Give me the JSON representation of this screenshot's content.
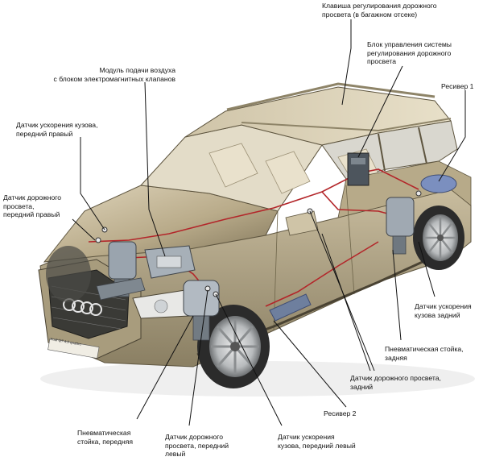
{
  "labels": {
    "height_switch": "Клавиша регулирования дорожного\nпросвета (в багажном отсеке)",
    "control_unit": "Блок управления системы\nрегулирования дорожного\nпросвета",
    "receiver_1": "Ресивер 1",
    "air_supply": "Модуль подачи воздуха\nс блоком электромагнитных клапанов",
    "accel_front_right": "Датчик ускорения кузова,\nпередний правый",
    "height_front_right": "Датчик дорожного\nпросвета,\nпередний правый",
    "accel_rear": "Датчик ускорения\nкузова задний",
    "strut_rear": "Пневматическая стойка,\nзадняя",
    "height_rear": "Датчик дорожного просвета,\nзадний",
    "receiver_2": "Ресивер 2",
    "strut_front": "Пневматическая\nстойка, передняя",
    "height_front_left": "Датчик дорожного\nпросвета, передний\nлевый",
    "accel_front_left": "Датчик ускорения\nкузова, передний левый"
  },
  "badge": "Audi Q7 4.2 quattro",
  "colors": {
    "body_light": "#d6cbb0",
    "body_mid": "#b3a584",
    "body_dark": "#5e553f",
    "glass": "#d9d7cf",
    "interior": "#e6dfcb",
    "tire": "#2b2b2b",
    "rim": "#c9cbcc",
    "pipe": "#b3262a",
    "component": "#8f9aa6",
    "receiver_blue": "#7b8fbf"
  }
}
